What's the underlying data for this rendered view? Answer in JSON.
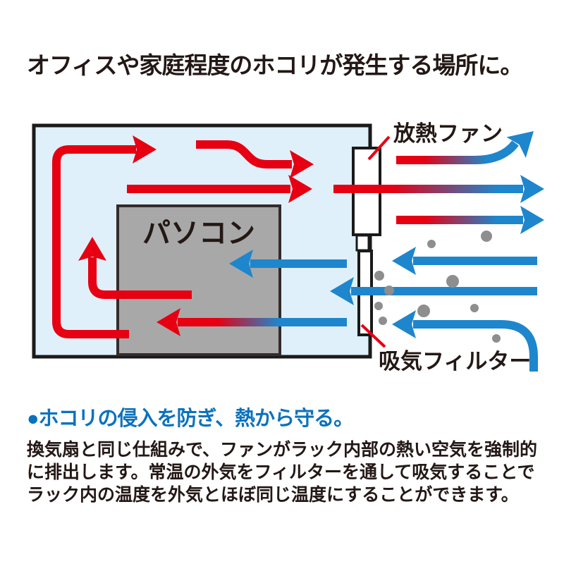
{
  "title": "オフィスや家庭程度のホコリが発生する場所に。",
  "diagram": {
    "pc_label": "パソコン",
    "fan_label": "放熱ファン",
    "filter_label": "吸気フィルター"
  },
  "section": {
    "heading": "●ホコリの侵入を防ぎ、熱から守る。",
    "body_lines": [
      "換気扇と同じ仕組みで、ファンがラック内部の熱い空気を強制的",
      "に排出します。常温の外気をフィルターを通して吸気することで",
      "ラック内の温度を外気とほぼ同じ温度にすることができます。"
    ]
  },
  "colors": {
    "hot_air_red": "#e60012",
    "cool_air_blue": "#1e86cc",
    "heading_blue": "#0a72bd",
    "rack_fill": "#dff0fa",
    "pc_fill": "#a8a8a8",
    "outline_black": "#1a1a1a",
    "dust_gray": "#8e8e8e",
    "text_dark": "#231815"
  }
}
